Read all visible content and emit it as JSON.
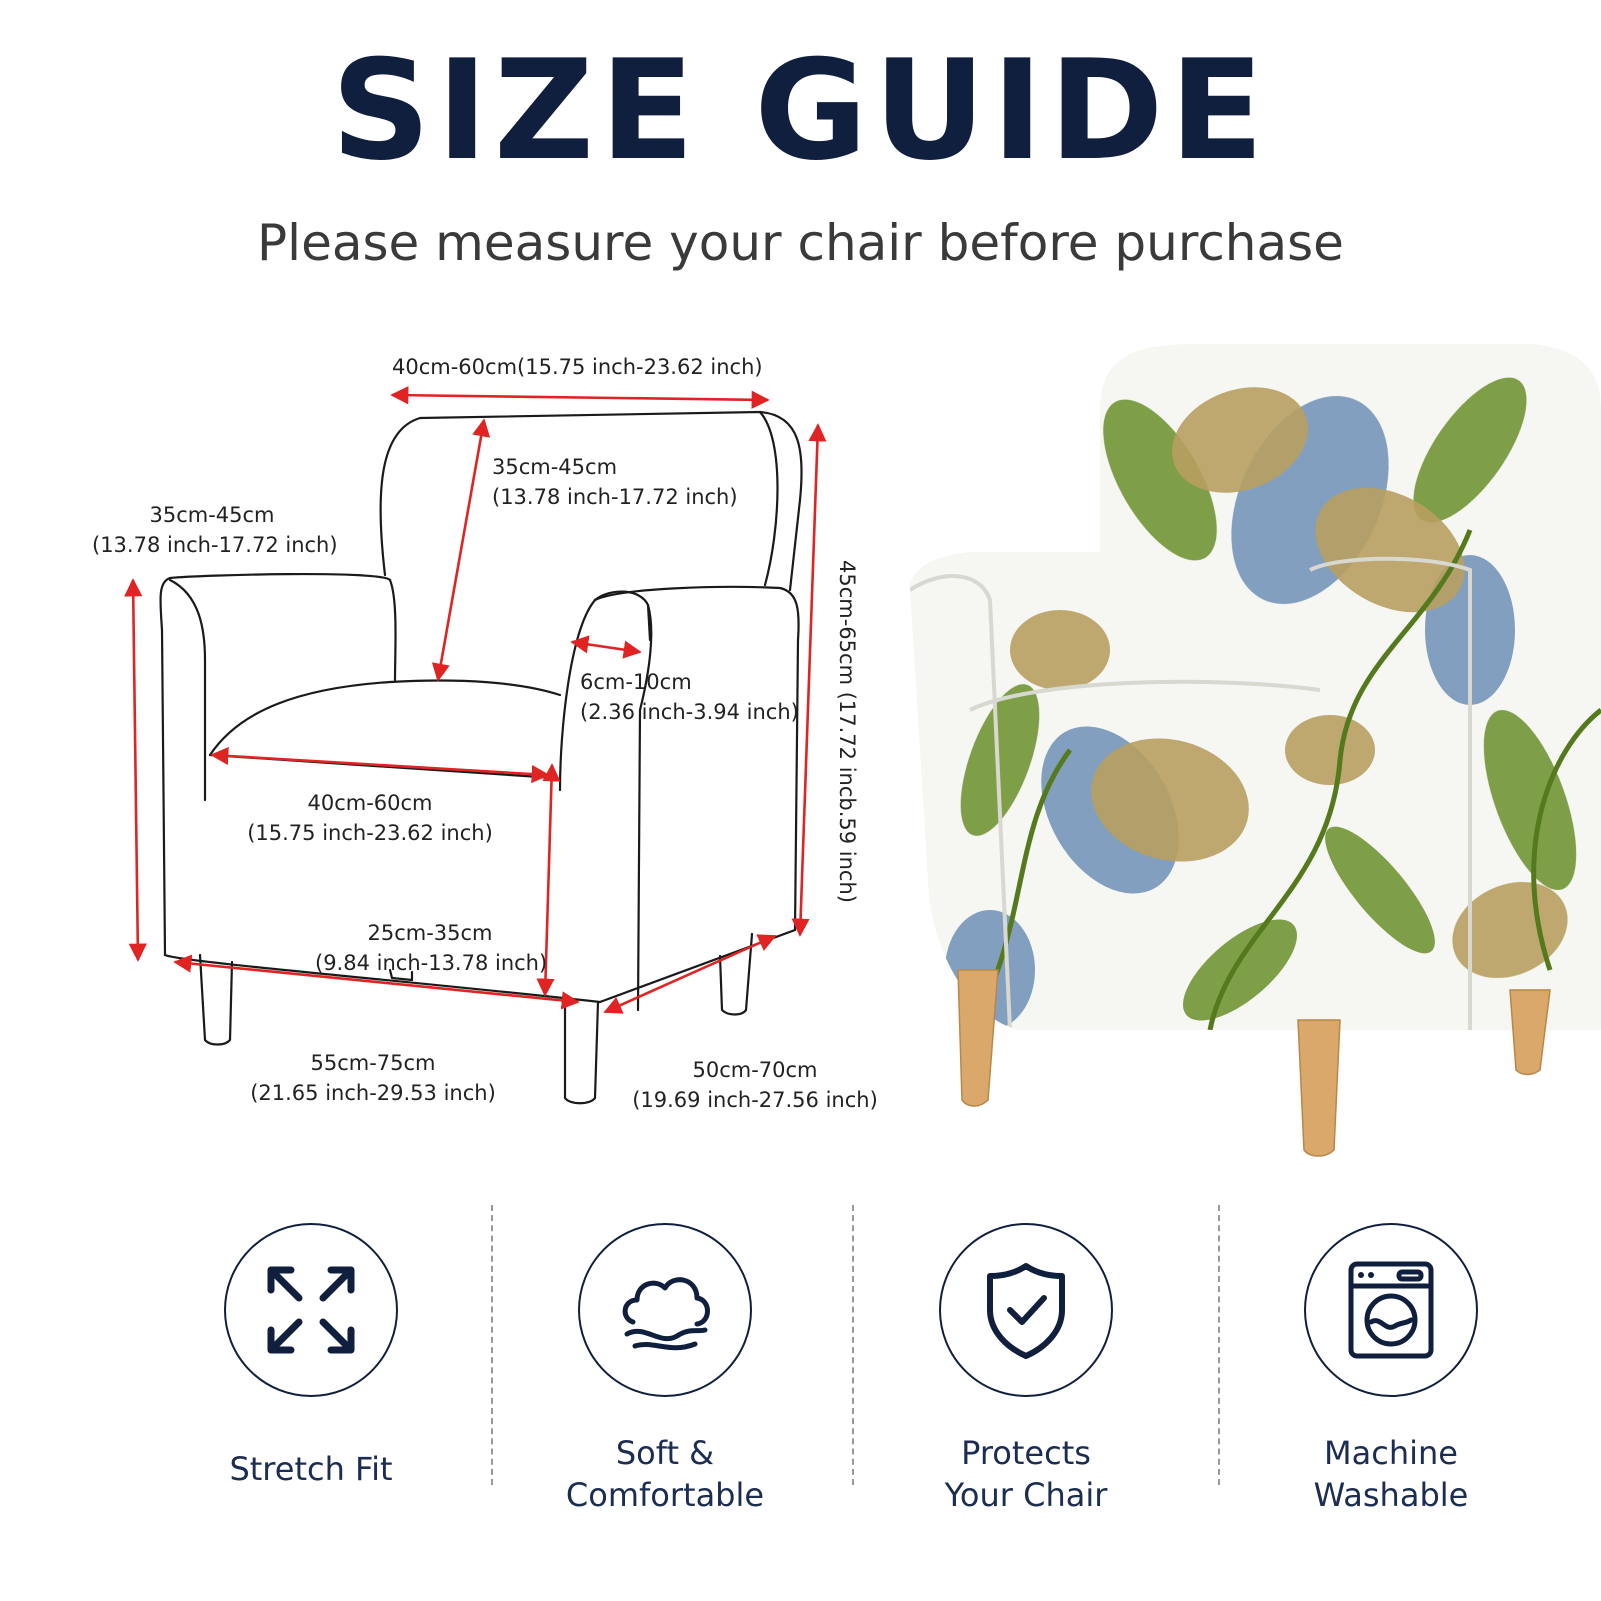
{
  "header": {
    "title": "SIZE GUIDE",
    "subtitle": "Please measure your chair before purchase"
  },
  "measurements": {
    "top_width": "40cm-60cm(15.75 inch-23.62 inch)",
    "back_height": {
      "cm": "35cm-45cm",
      "inch": "(13.78 inch-17.72 inch)"
    },
    "arm_height": {
      "cm": "35cm-45cm",
      "inch": "(13.78 inch-17.72 inch)"
    },
    "total_height": "45cm-65cm (17.72 incb.59 inch)",
    "arm_width": {
      "cm": "6cm-10cm",
      "inch": "(2.36 inch-3.94 inch)"
    },
    "seat_width": {
      "cm": "40cm-60cm",
      "inch": "(15.75 inch-23.62 inch)"
    },
    "seat_depth": {
      "cm": "25cm-35cm",
      "inch": "(9.84 inch-13.78 inch)"
    },
    "front_width": {
      "cm": "55cm-75cm",
      "inch": "(21.65 inch-29.53 inch)"
    },
    "side_depth": {
      "cm": "50cm-70cm",
      "inch": "(19.69 inch-27.56 inch)"
    }
  },
  "features": [
    {
      "icon": "stretch-arrows-icon",
      "line1": "Stretch Fit",
      "line2": ""
    },
    {
      "icon": "cloud-soft-icon",
      "line1": "Soft &",
      "line2": "Comfortable"
    },
    {
      "icon": "shield-check-icon",
      "line1": "Protects",
      "line2": "Your Chair"
    },
    {
      "icon": "washing-machine-icon",
      "line1": "Machine",
      "line2": "Washable"
    }
  ],
  "colors": {
    "navy": "#0f1f3d",
    "arrow_red": "#e02424",
    "leaf_green": "#6a8e2a",
    "paisley_blue": "#6d8fb8",
    "gold": "#b8a060"
  }
}
